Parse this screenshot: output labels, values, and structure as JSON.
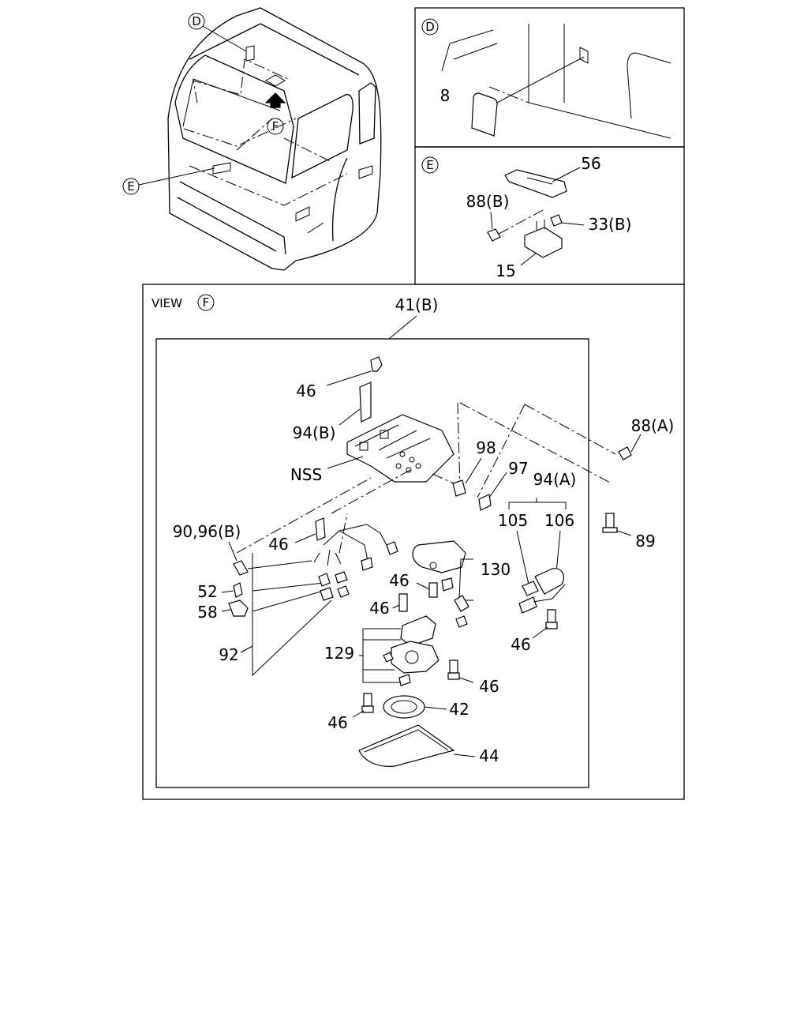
{
  "callouts": {
    "D": "D",
    "E": "E",
    "F": "F"
  },
  "view_label": "VIEW",
  "labels": {
    "p8": "8",
    "p56": "56",
    "p88b": "88(B)",
    "p33b": "33(B)",
    "p15": "15",
    "p41b": "41(B)",
    "p46_top": "46",
    "p94b": "94(B)",
    "nss": "NSS",
    "p88a": "88(A)",
    "p98": "98",
    "p97": "97",
    "p94a": "94(A)",
    "p105": "105",
    "p106": "106",
    "p89": "89",
    "p90_96b": "90,96(B)",
    "p46_left": "46",
    "p52": "52",
    "p58": "58",
    "p92": "92",
    "p130": "130",
    "p46_c1": "46",
    "p46_c2": "46",
    "p129": "129",
    "p46_r1": "46",
    "p46_r2": "46",
    "p46_bl": "46",
    "p42": "42",
    "p44": "44"
  }
}
